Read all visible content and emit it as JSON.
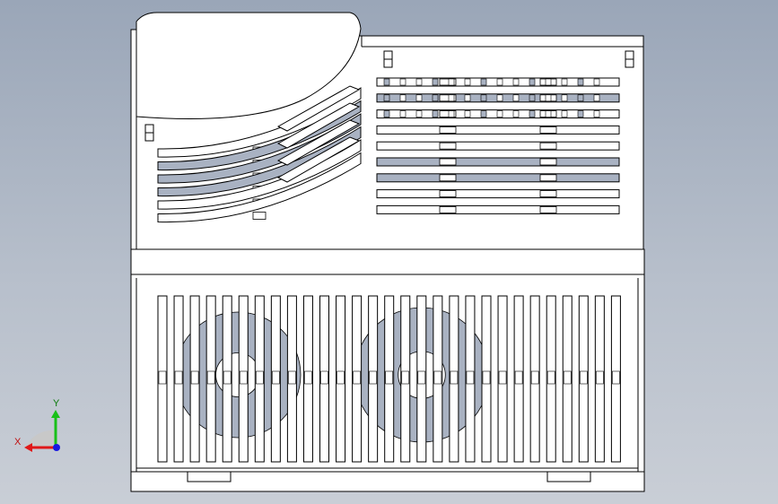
{
  "viewport": {
    "background_top": "#9aa6b8",
    "background_bottom": "#c9ced6",
    "line_color": "#000000",
    "face_color": "#ffffff",
    "slot_fill": "#a9b2c2"
  },
  "triad": {
    "y_label": "Y",
    "x_label": "X",
    "y_color": "#18c018",
    "x_color": "#e01818",
    "z_color": "#1818e0"
  },
  "model": {
    "upper_right_vent_rows": 9,
    "upper_left_curved_slots": 6,
    "lower_fins": 29
  }
}
